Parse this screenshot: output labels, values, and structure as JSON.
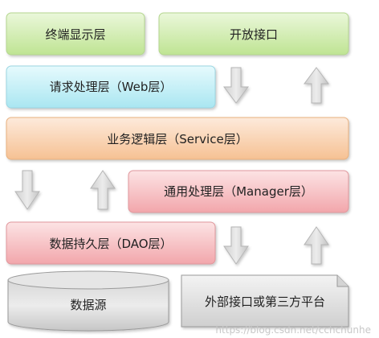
{
  "colors": {
    "green": "#c9e9a5",
    "blue": "#bfeef5",
    "orange": "#f9d2ae",
    "pink": "#f6bec2",
    "gray": "#e0e0e0",
    "arrow": "#d9d9d9"
  },
  "labels": {
    "terminal_display": "终端显示层",
    "open_interface": "开放接口",
    "request_processing": "请求处理层（Web层）",
    "business_logic": "业务逻辑层（Service层）",
    "general_processing": "通用处理层（Manager层）",
    "data_persistence": "数据持久层（DAO层）",
    "data_source": "数据源",
    "external_interface": "外部接口或第三方平台"
  },
  "watermark": "https://blog.csdn.net/cchchunhe"
}
